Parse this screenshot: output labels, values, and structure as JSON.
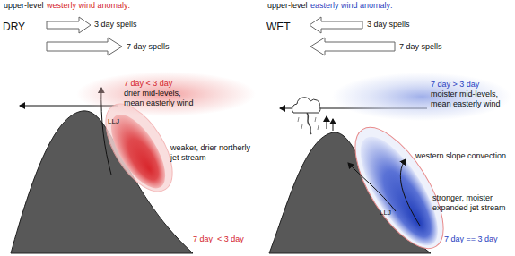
{
  "diagram": {
    "nodes": [
      {
        "text": [
          "7 day < 3 day",
          "drier mid-levels, mean easterly wind"
        ]
      },
      {
        "text": [
          "7 day > 3 day",
          "moister mid-levels, mean easterly wind"
        ]
      }
    ],
    "labels": [
      "upper-level",
      "westerly wind anomaly:",
      "DRY",
      "3 day spells",
      "7 day spells",
      "LLJ",
      "weaker, drier northerly jet stream",
      "7 day  < 3 day",
      "upper-level",
      "easterly wind anomaly:",
      "WET",
      "3 day spells",
      "7 day spells",
      "western slope convection",
      "LLJ",
      "stronger, moister expanded jet stream",
      "7 day == 3 day"
    ]
  }
}
